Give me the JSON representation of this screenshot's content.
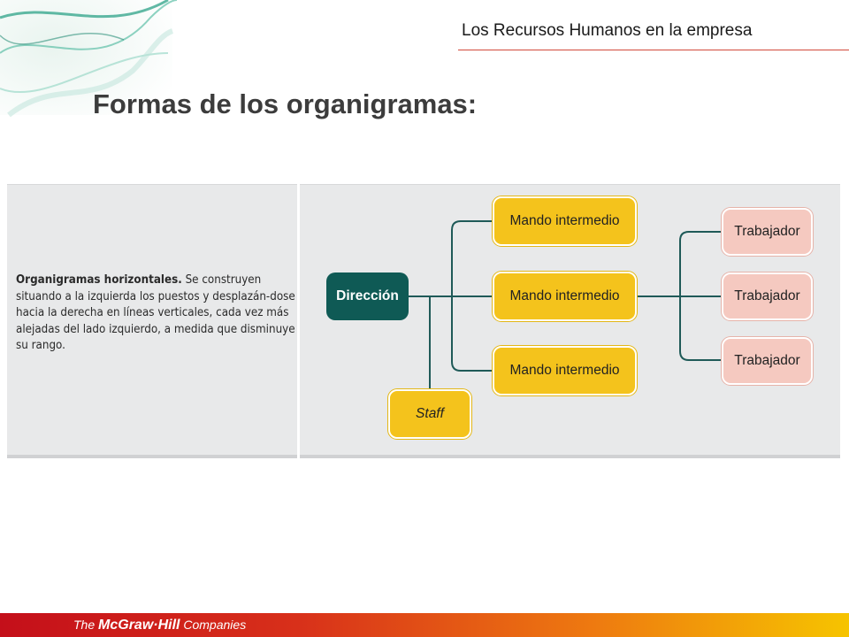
{
  "header": {
    "subject": "Los Recursos Humanos en la empresa"
  },
  "slide": {
    "title": "Formas de los organigramas:"
  },
  "description": {
    "heading": "Organigramas horizontales.",
    "body": " Se construyen situando a la izquierda los puestos y desplazán-dose hacia la derecha en líneas verticales, cada vez más alejadas del lado izquierdo, a medida que disminuye su rango."
  },
  "org_chart": {
    "direccion": "Dirección",
    "staff": "Staff",
    "mandos": [
      "Mando intermedio",
      "Mando intermedio",
      "Mando intermedio"
    ],
    "trabajadores": [
      "Trabajador",
      "Trabajador",
      "Trabajador"
    ]
  },
  "footer": {
    "logo_prefix": "The ",
    "logo_brand": "McGraw·Hill",
    "logo_suffix": " Companies"
  },
  "colors": {
    "direccion": "#0f5a55",
    "mando": "#f4c31c",
    "trabajador": "#f5c9c0",
    "connector": "#1f5a58",
    "header_rule": "#d24a3c"
  }
}
